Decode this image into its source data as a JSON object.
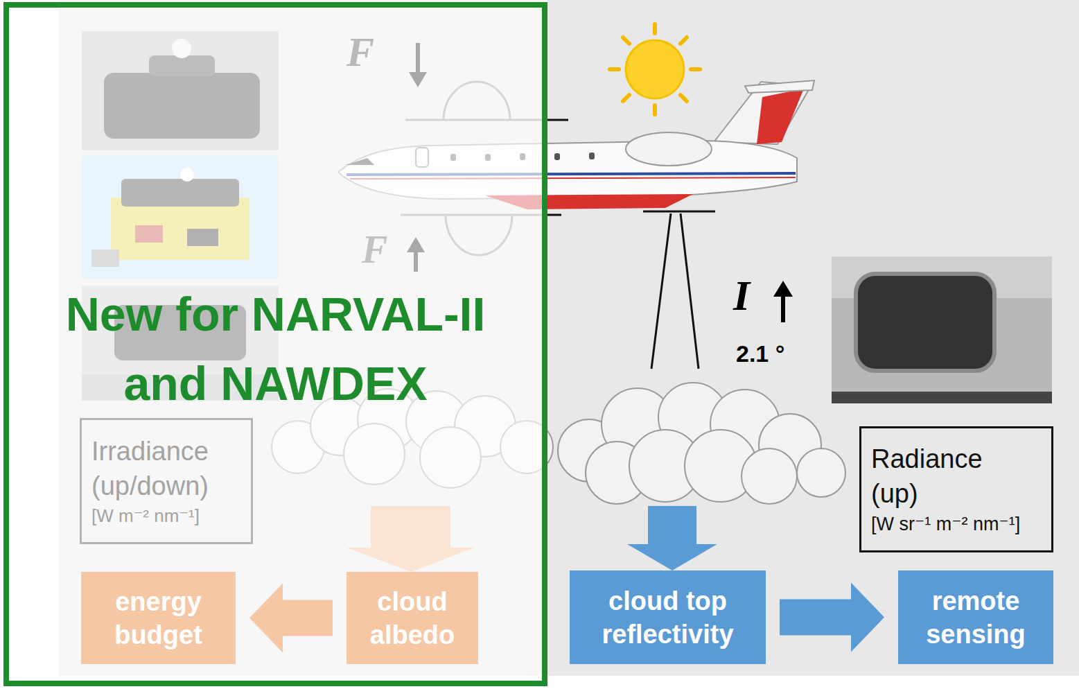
{
  "diagram": {
    "nodes": [
      {
        "text": [
          "New for NARVAL-II and NAWDEX"
        ]
      },
      {
        "text": [
          "Irradiance (up/down)",
          "[W m⁻² nm⁻¹]"
        ],
        "in": 0
      },
      {
        "text": [
          "energy budget"
        ],
        "in": 0
      },
      {
        "text": [
          "cloud albedo"
        ],
        "in": 0
      },
      {
        "text": [
          "Radiance (up)",
          "[W sr⁻¹ m⁻² nm⁻¹]"
        ]
      },
      {
        "text": [
          "cloud top reflectivity"
        ]
      },
      {
        "text": [
          "remote sensing"
        ]
      }
    ],
    "edges": [
      {
        "from": 3,
        "to": 2,
        "arrow": "to"
      },
      {
        "from": 5,
        "to": 6,
        "arrow": "to"
      }
    ],
    "labels": [
      "F",
      "F",
      "I",
      "2.1 °"
    ]
  }
}
